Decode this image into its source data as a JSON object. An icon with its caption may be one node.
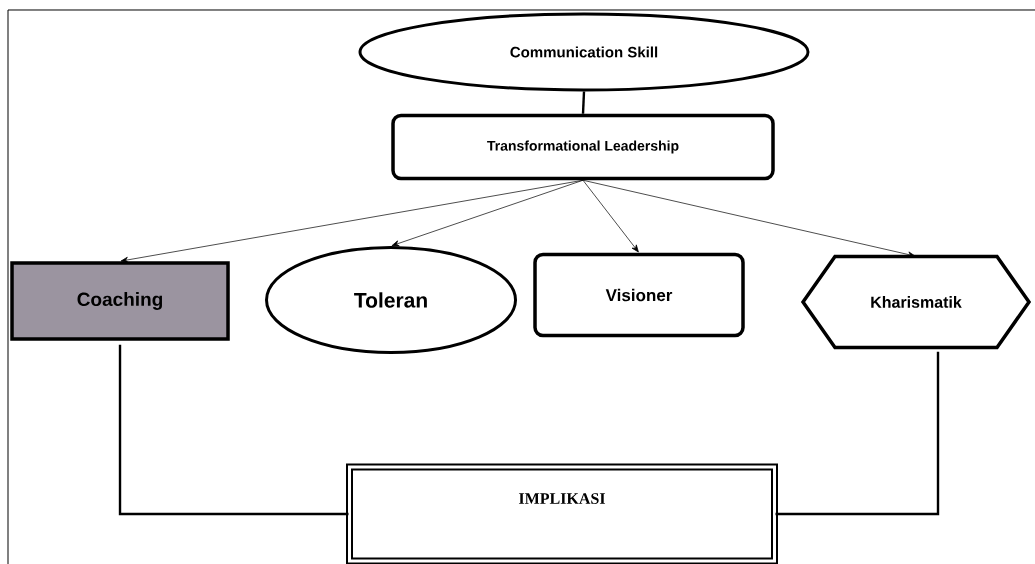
{
  "diagram": {
    "nodes": [
      {
        "text": [
          "Communication Skill"
        ]
      },
      {
        "text": [
          "Transformational Leadership"
        ]
      },
      {
        "text": [
          "Coaching"
        ]
      },
      {
        "text": [
          "Toleran"
        ]
      },
      {
        "text": [
          "Visioner"
        ]
      },
      {
        "text": [
          "Kharismatik"
        ]
      },
      {
        "text": [
          "IMPLIKASI"
        ]
      }
    ],
    "edges": [
      {
        "from": 0,
        "to": 1,
        "arrow": "none",
        "style": "thick"
      },
      {
        "from": 1,
        "to": 2,
        "arrow": "to"
      },
      {
        "from": 1,
        "to": 3,
        "arrow": "to"
      },
      {
        "from": 1,
        "to": 4,
        "arrow": "to"
      },
      {
        "from": 1,
        "to": 5,
        "arrow": "to"
      },
      {
        "from": 2,
        "to": 6,
        "arrow": "none",
        "style": "thick"
      },
      {
        "from": 5,
        "to": 6,
        "arrow": "none",
        "style": "thick"
      }
    ]
  }
}
